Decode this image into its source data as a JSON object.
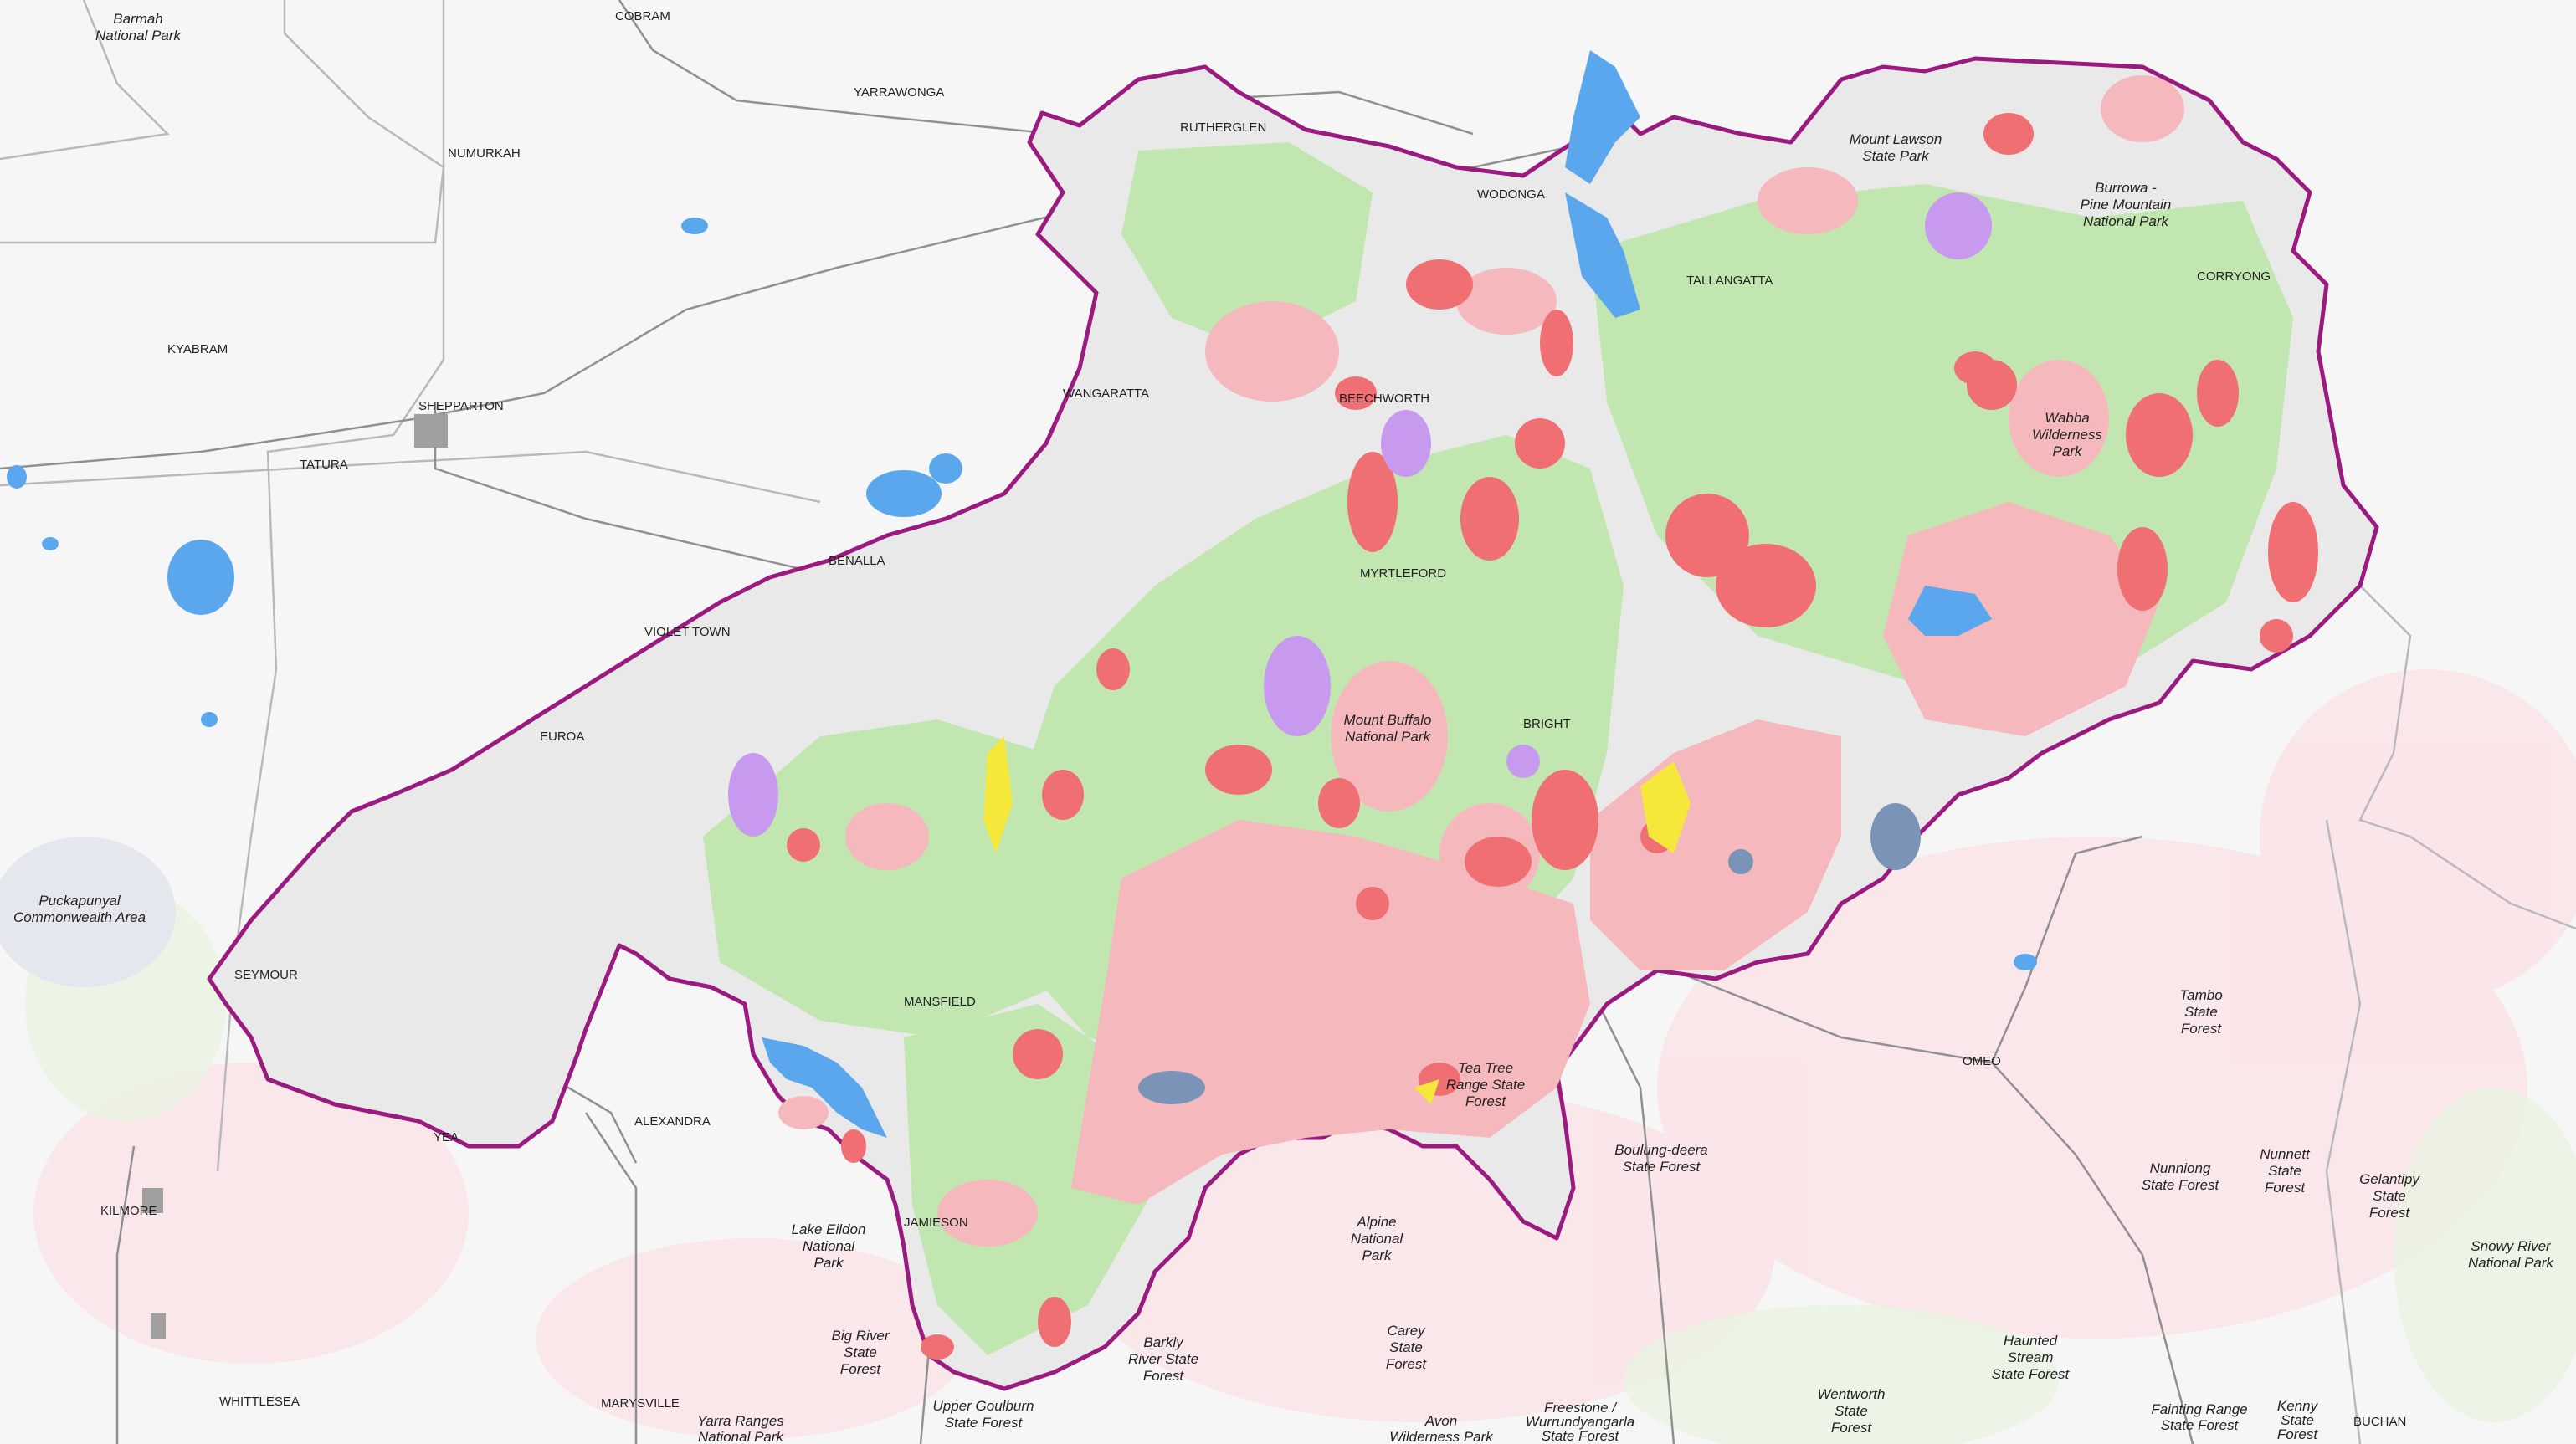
{
  "map": {
    "towns": [
      {
        "key": "cobram",
        "label": "COBRAM"
      },
      {
        "key": "yarrawonga",
        "label": "YARRAWONGA"
      },
      {
        "key": "numurkah",
        "label": "NUMURKAH"
      },
      {
        "key": "rutherglen",
        "label": "RUTHERGLEN"
      },
      {
        "key": "wodonga",
        "label": "WODONGA"
      },
      {
        "key": "tallangatta",
        "label": "TALLANGATTA"
      },
      {
        "key": "corryong",
        "label": "CORRYONG"
      },
      {
        "key": "kyabram",
        "label": "KYABRAM"
      },
      {
        "key": "shepparton",
        "label": "SHEPPARTON"
      },
      {
        "key": "tatura",
        "label": "TATURA"
      },
      {
        "key": "wangaratta",
        "label": "WANGARATTA"
      },
      {
        "key": "beechworth",
        "label": "BEECHWORTH"
      },
      {
        "key": "benalla",
        "label": "BENALLA"
      },
      {
        "key": "myrtleford",
        "label": "MYRTLEFORD"
      },
      {
        "key": "violet_town",
        "label": "VIOLET TOWN"
      },
      {
        "key": "euroa",
        "label": "EUROA"
      },
      {
        "key": "bright",
        "label": "BRIGHT"
      },
      {
        "key": "seymour",
        "label": "SEYMOUR"
      },
      {
        "key": "mansfield",
        "label": "MANSFIELD"
      },
      {
        "key": "omeo",
        "label": "OMEO"
      },
      {
        "key": "alexandra",
        "label": "ALEXANDRA"
      },
      {
        "key": "yea",
        "label": "YEA"
      },
      {
        "key": "kilmore",
        "label": "KILMORE"
      },
      {
        "key": "jamieson",
        "label": "JAMIESON"
      },
      {
        "key": "whittlesea",
        "label": "WHITTLESEA"
      },
      {
        "key": "marysville",
        "label": "MARYSVILLE"
      },
      {
        "key": "buchan",
        "label": "BUCHAN"
      }
    ],
    "parks": [
      {
        "key": "barmah",
        "lines": [
          "Barmah",
          "National Park"
        ]
      },
      {
        "key": "mount_lawson",
        "lines": [
          "Mount Lawson",
          "State Park"
        ]
      },
      {
        "key": "burrowa",
        "lines": [
          "Burrowa -",
          "Pine Mountain",
          "National Park"
        ]
      },
      {
        "key": "wabba",
        "lines": [
          "Wabba",
          "Wilderness",
          "Park"
        ]
      },
      {
        "key": "mount_buffalo",
        "lines": [
          "Mount Buffalo",
          "National Park"
        ]
      },
      {
        "key": "puckapunyal",
        "lines": [
          "Puckapunyal",
          "Commonwealth Area"
        ]
      },
      {
        "key": "tea_tree",
        "lines": [
          "Tea Tree",
          "Range State",
          "Forest"
        ]
      },
      {
        "key": "boulung",
        "lines": [
          "Boulung-deera",
          "State Forest"
        ]
      },
      {
        "key": "tambo",
        "lines": [
          "Tambo",
          "State",
          "Forest"
        ]
      },
      {
        "key": "nunniong",
        "lines": [
          "Nunniong",
          "State Forest"
        ]
      },
      {
        "key": "nunnett",
        "lines": [
          "Nunnett",
          "State",
          "Forest"
        ]
      },
      {
        "key": "gelantipy",
        "lines": [
          "Gelantipy",
          "State",
          "Forest"
        ]
      },
      {
        "key": "snowy_river",
        "lines": [
          "Snowy River",
          "National Park"
        ]
      },
      {
        "key": "lake_eildon",
        "lines": [
          "Lake Eildon",
          "National",
          "Park"
        ]
      },
      {
        "key": "alpine",
        "lines": [
          "Alpine",
          "National",
          "Park"
        ]
      },
      {
        "key": "big_river",
        "lines": [
          "Big River",
          "State",
          "Forest"
        ]
      },
      {
        "key": "barkly",
        "lines": [
          "Barkly",
          "River State",
          "Forest"
        ]
      },
      {
        "key": "carey",
        "lines": [
          "Carey",
          "State",
          "Forest"
        ]
      },
      {
        "key": "haunted_stream",
        "lines": [
          "Haunted",
          "Stream",
          "State Forest"
        ]
      },
      {
        "key": "wentworth",
        "lines": [
          "Wentworth",
          "State",
          "Forest"
        ]
      },
      {
        "key": "upper_goulburn",
        "lines": [
          "Upper Goulburn",
          "State Forest"
        ]
      },
      {
        "key": "yarra_ranges",
        "lines": [
          "Yarra Ranges",
          "National Park"
        ]
      },
      {
        "key": "avon",
        "lines": [
          "Avon",
          "Wilderness Park"
        ]
      },
      {
        "key": "freestone",
        "lines": [
          "Freestone /",
          "Wurrundyangarla",
          "State Forest"
        ]
      },
      {
        "key": "fainting_range",
        "lines": [
          "Fainting Range",
          "State Forest"
        ]
      },
      {
        "key": "kenny",
        "lines": [
          "Kenny",
          "State",
          "Forest"
        ]
      }
    ],
    "colors": {
      "boundary": "#9b1a7f",
      "water": "#5aa7ee",
      "red_fire": "#ef6f73",
      "pink_fire": "#f5b8bd",
      "green": "#c2e6b0",
      "purple": "#c79af0",
      "yellow": "#f5e83a",
      "slate": "#7b93b7",
      "roads": "#8a8a8a",
      "region_bg": "#ececec",
      "outside_bg": "#f6f6f6"
    }
  }
}
